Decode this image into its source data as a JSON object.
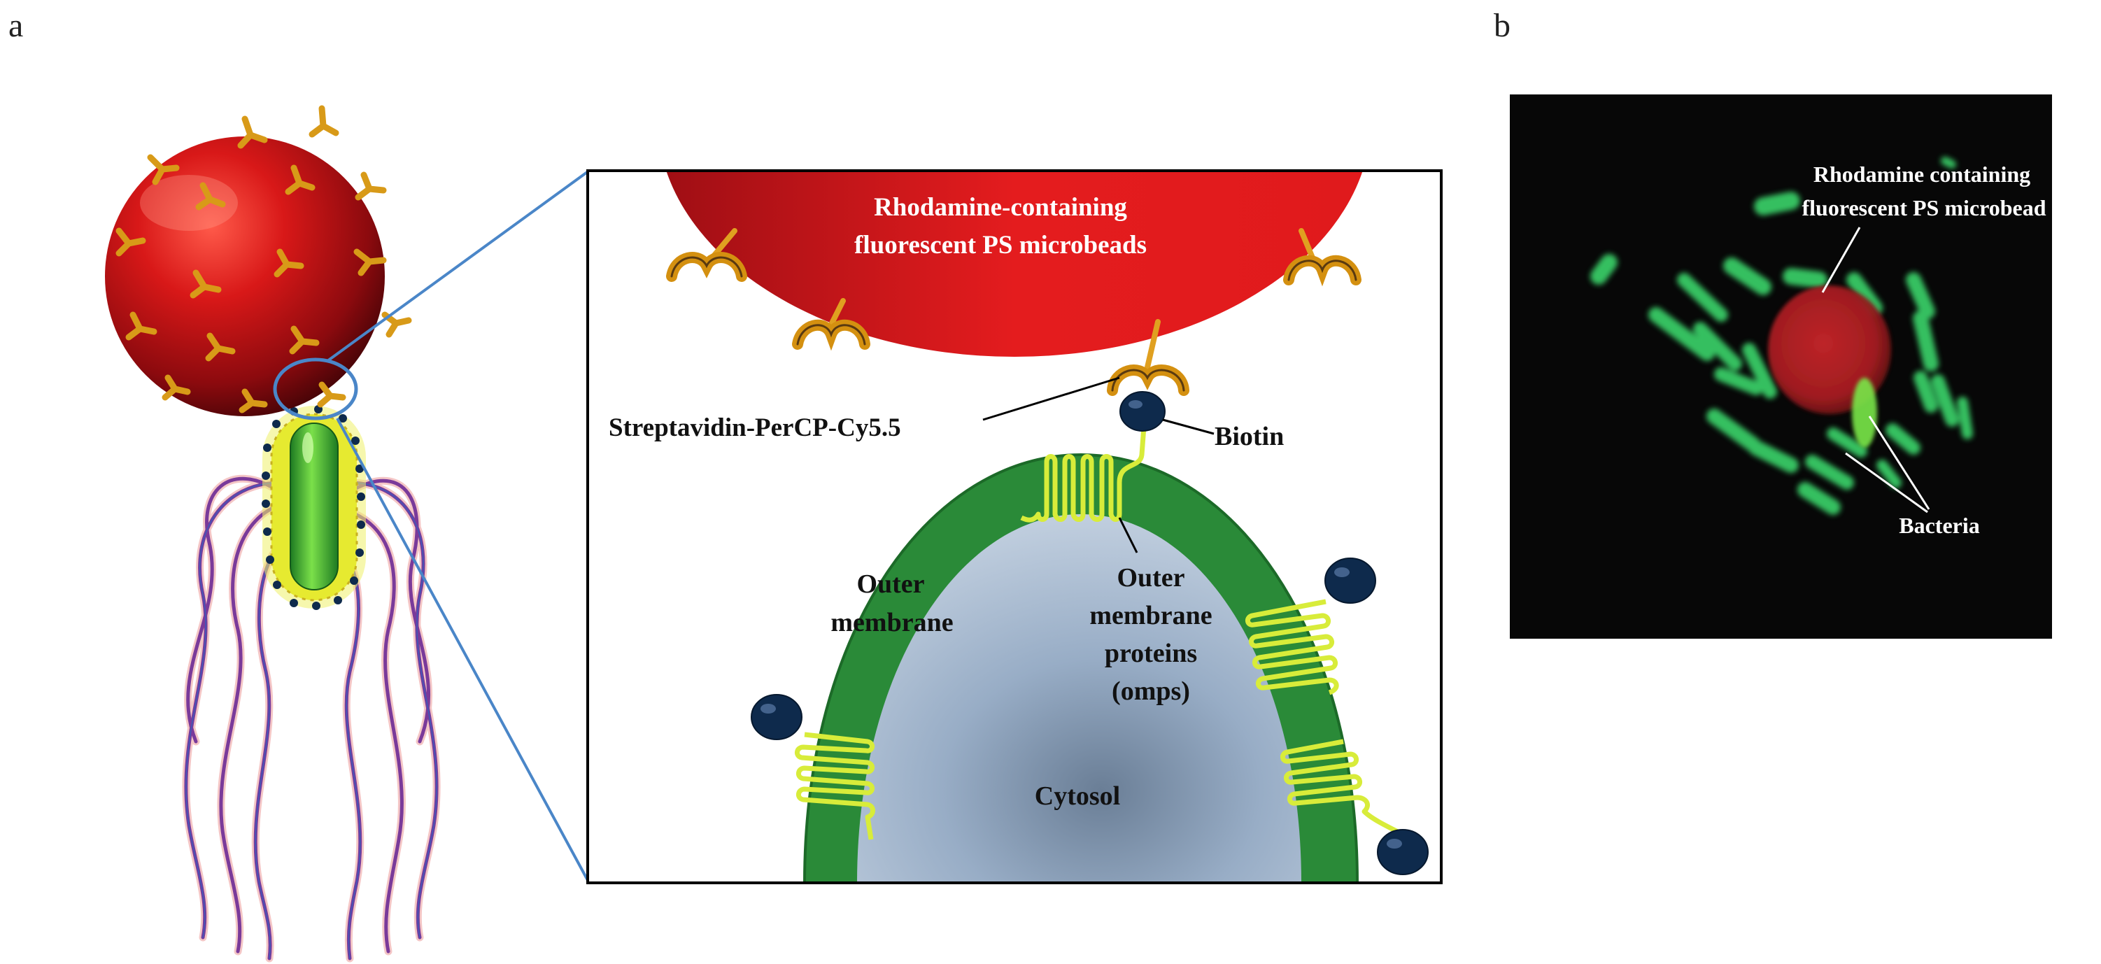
{
  "panels": {
    "a": "a",
    "b": "b"
  },
  "inset": {
    "microbead_label": [
      "Rhodamine-containing",
      "fluorescent PS microbeads"
    ],
    "streptavidin_label": "Streptavidin-PerCP-Cy5.5",
    "biotin_label": "Biotin",
    "outer_membrane_label": [
      "Outer",
      "membrane"
    ],
    "omps_label": [
      "Outer",
      "membrane",
      "proteins",
      "(omps)"
    ],
    "cytosol_label": "Cytosol"
  },
  "micrograph": {
    "microbead_label": [
      "Rhodamine containing",
      "fluorescent PS microbead"
    ],
    "bacteria_label": "Bacteria"
  },
  "colors": {
    "microbead_red": "#d4141a",
    "antibody_gold": "#e0a020",
    "outer_membrane_green": "#2a8a38",
    "cytosol_blue": "#a8bcd2",
    "biotin_navy": "#0e2a4c",
    "omp_yellow": "#d8ec3a",
    "zoom_line_blue": "#4a86c8",
    "flagella_purple": "#7a3a9a",
    "micrograph_bg": "#070707",
    "fluor_green": "#3ad46a"
  }
}
